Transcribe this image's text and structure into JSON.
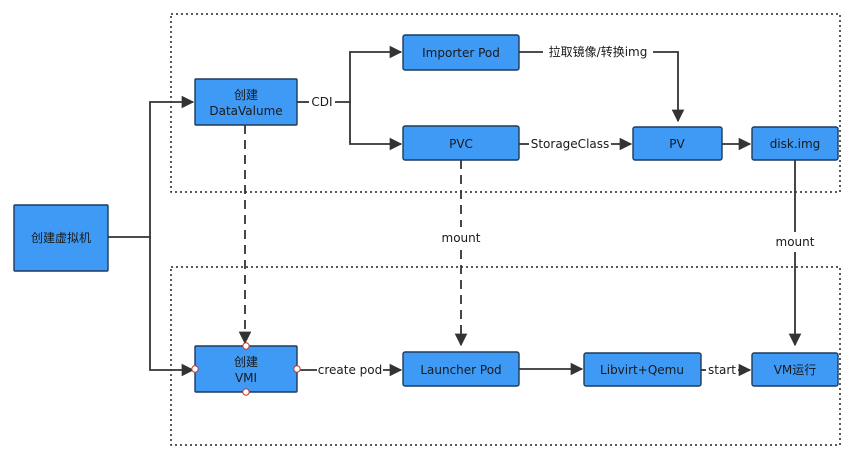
{
  "colors": {
    "box_fill": "#3f9af6",
    "box_stroke": "#1f3a5c",
    "line": "#333333",
    "region_border": "#222222",
    "port_fill": "#ffffff",
    "port_stroke": "#c0392b"
  },
  "nodes": {
    "create_vm": {
      "label": "创建虚拟机"
    },
    "create_datavolume": {
      "line1": "创建",
      "line2": "DataValume"
    },
    "importer_pod": {
      "label": "Importer Pod"
    },
    "pvc": {
      "label": "PVC"
    },
    "pv": {
      "label": "PV"
    },
    "disk_img": {
      "label": "disk.img"
    },
    "create_vmi": {
      "line1": "创建",
      "line2": "VMI"
    },
    "launcher_pod": {
      "label": "Launcher Pod"
    },
    "libvirt_qemu": {
      "label": "Libvirt+Qemu"
    },
    "vm_running": {
      "label": "VM运行"
    }
  },
  "edges": {
    "cdi": "CDI",
    "pull_image": "拉取镜像/转换img",
    "storage_class": "StorageClass",
    "mount_pvc": "mount",
    "mount_disk": "mount",
    "create_pod": "create pod",
    "start": "start"
  }
}
